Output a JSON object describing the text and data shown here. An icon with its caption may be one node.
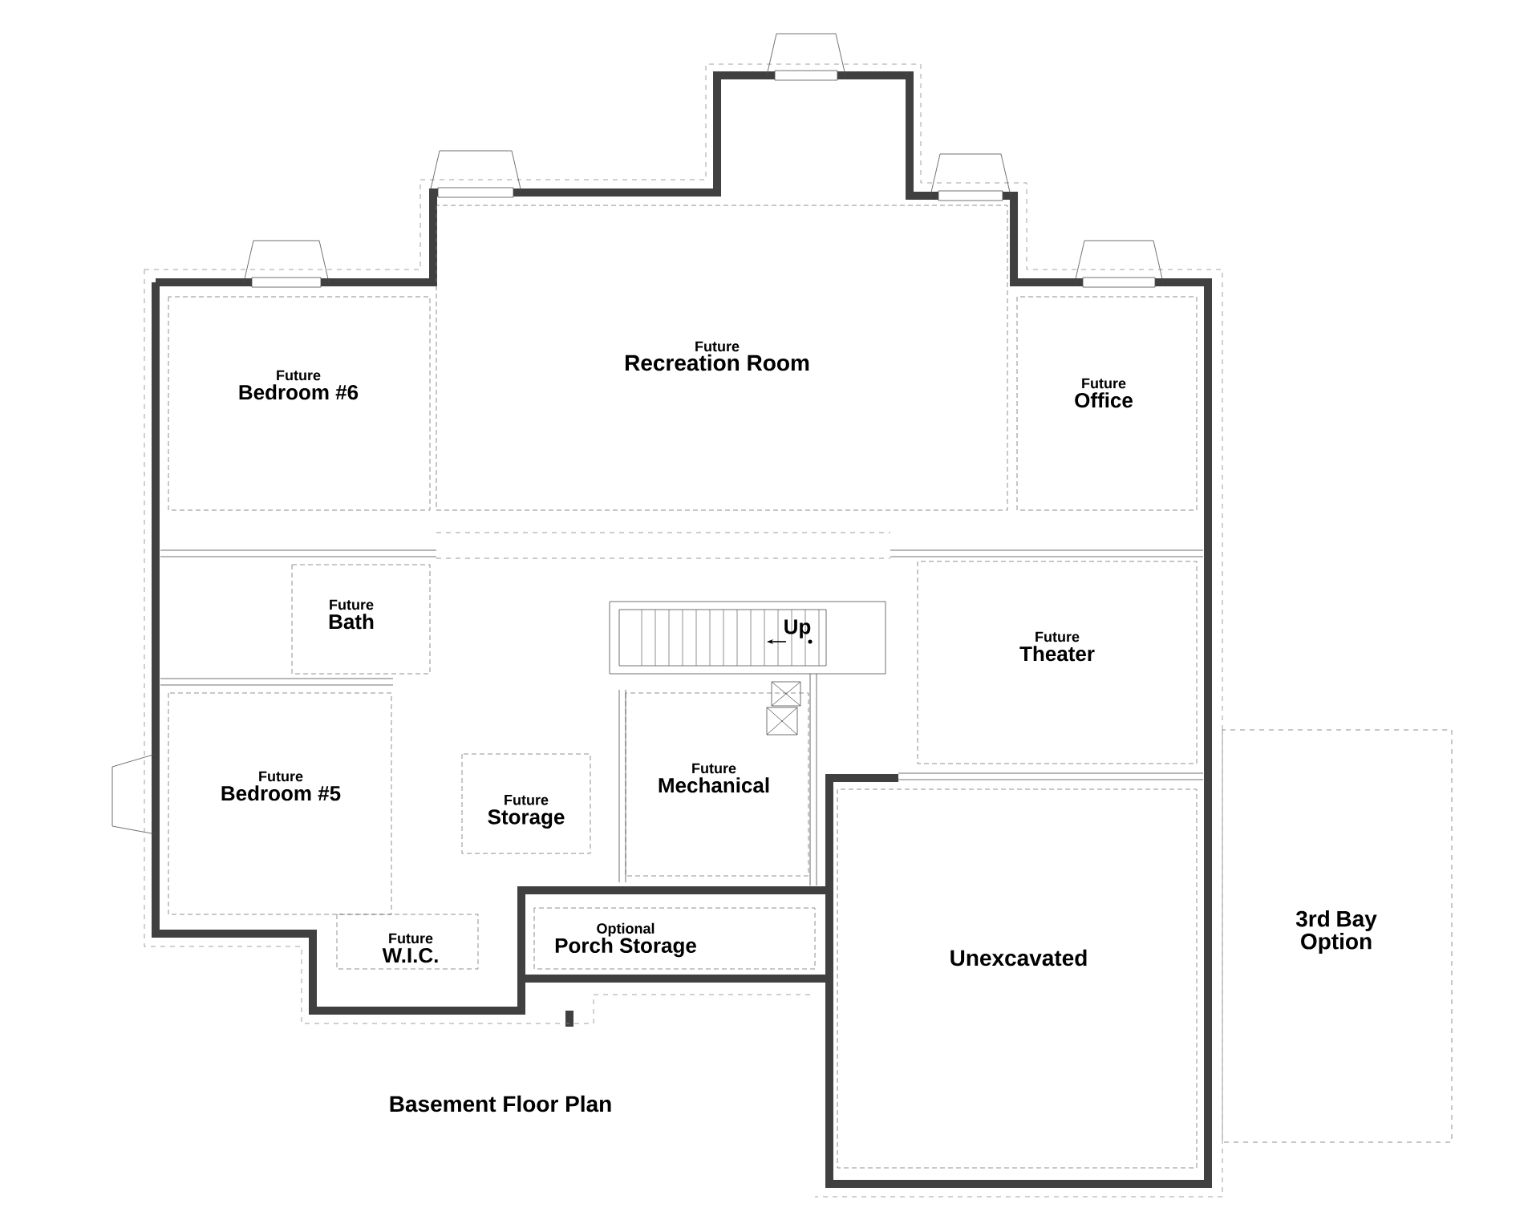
{
  "diagram": {
    "title": "Basement Floor Plan",
    "nodes": [
      {
        "text": [
          "Future",
          "Bedroom #6"
        ]
      },
      {
        "text": [
          "Future",
          "Recreation Room"
        ]
      },
      {
        "text": [
          "Future",
          "Office"
        ]
      },
      {
        "text": [
          "Future",
          "Bath"
        ]
      },
      {
        "text": [
          "Future",
          "Theater"
        ]
      },
      {
        "text": [
          "Future",
          "Bedroom #5"
        ]
      },
      {
        "text": [
          "Future",
          "Storage"
        ]
      },
      {
        "text": [
          "Future",
          "Mechanical"
        ]
      },
      {
        "text": [
          "Future",
          "W.I.C."
        ]
      },
      {
        "text": [
          "Optional",
          "Porch Storage"
        ]
      },
      {
        "text": [
          "Unexcavated"
        ]
      },
      {
        "text": [
          "3rd Bay Option"
        ]
      }
    ],
    "labels": [
      "Up"
    ]
  }
}
